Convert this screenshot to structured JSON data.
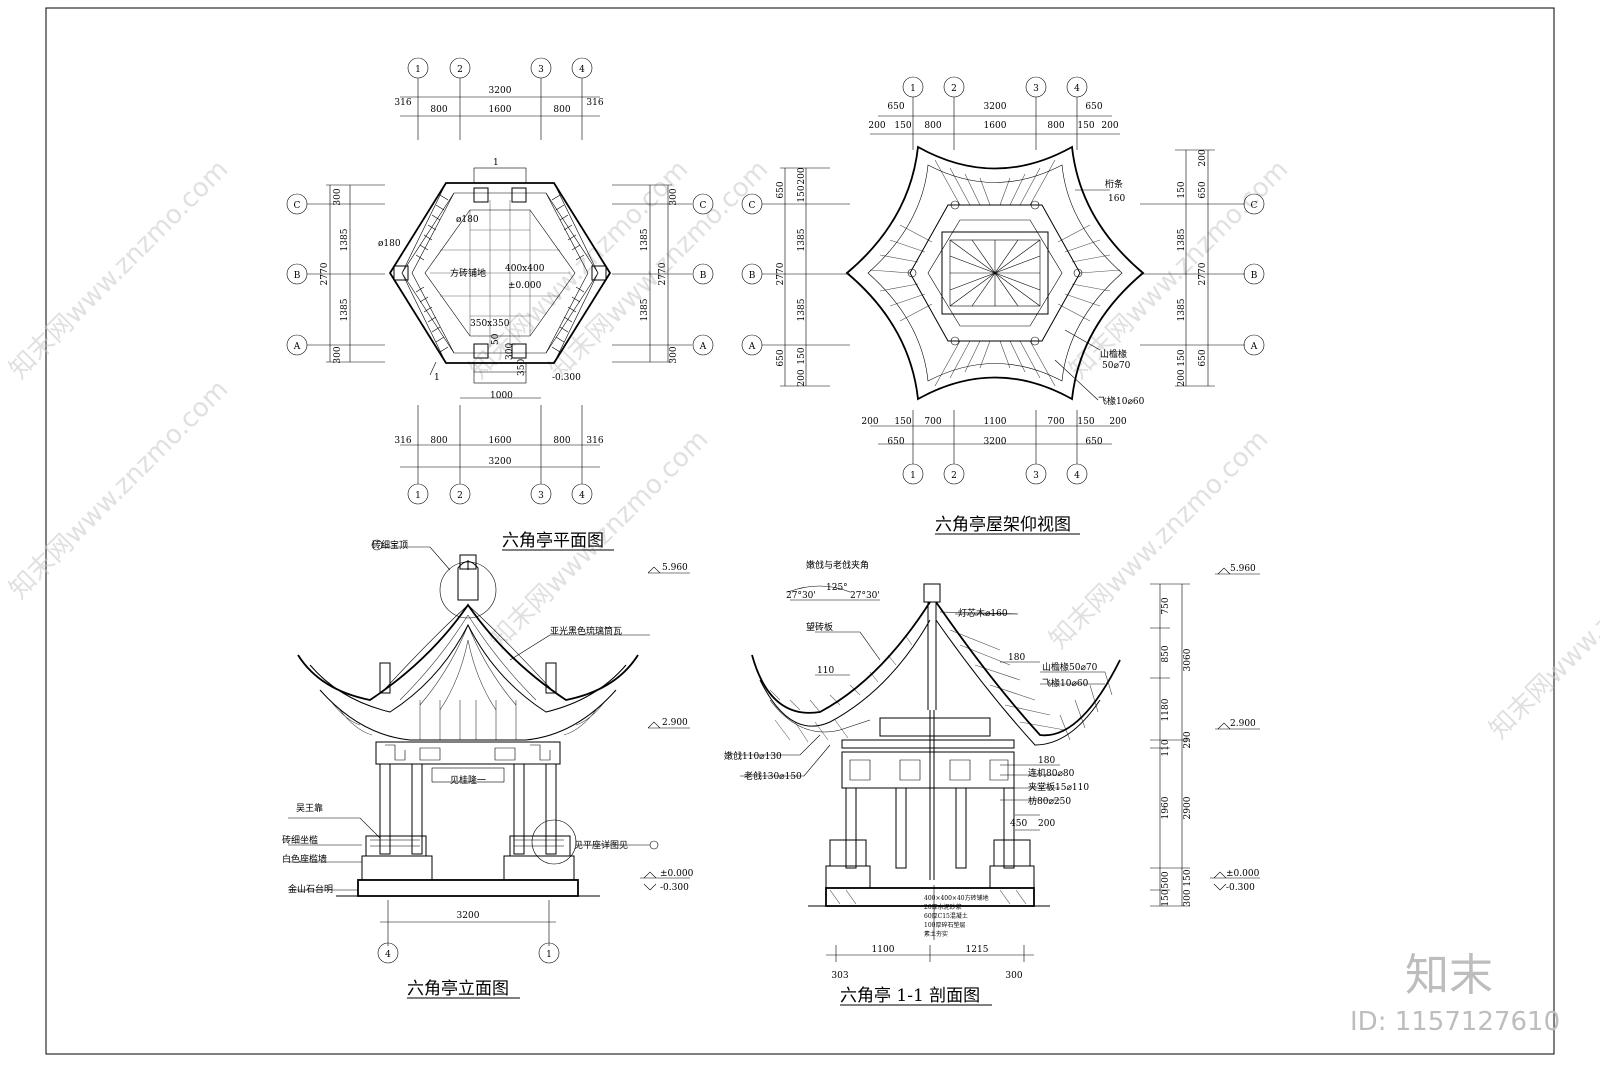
{
  "brand": "知末",
  "id_label": "ID: 1157127610",
  "watermark": "知末网www.znzmo.com",
  "plan": {
    "title": "六角亭平面图",
    "axes_num": [
      "1",
      "2",
      "3",
      "4"
    ],
    "axes_let": [
      "C",
      "B",
      "A"
    ],
    "top_total": "3200",
    "top_segs": [
      "316",
      "800",
      "1600",
      "800",
      "316"
    ],
    "left_segs": [
      "300",
      "1385",
      "1385",
      "300"
    ],
    "left_total": "2770",
    "labels": {
      "d1": "ø180",
      "d2": "ø180",
      "floor": "方砖铺地",
      "tile": "400x400",
      "elev": "±0.000",
      "base": "350x350",
      "step": "1000",
      "elev2": "-0.300",
      "s1": "50",
      "s2": "300",
      "s3": "350",
      "sec": "1",
      "sec2": "1"
    }
  },
  "roof": {
    "title": "六角亭屋架仰视图",
    "top_total": "3200",
    "top_segs": [
      "650",
      "650"
    ],
    "top_segs2": [
      "200",
      "150",
      "800",
      "1600",
      "800",
      "150",
      "200"
    ],
    "bot_segs": [
      "200",
      "150",
      "700",
      "1100",
      "700",
      "150",
      "200"
    ],
    "bot_segs2": [
      "650",
      "3200",
      "650"
    ],
    "side_segs": [
      "200",
      "650",
      "150",
      "1385",
      "1385",
      "150",
      "650",
      "200"
    ],
    "side_total": "2770",
    "labels": {
      "a": "桁条",
      "a2": "160",
      "b": "山檐椽",
      "b2": "50⌀70",
      "c": "飞椽10⌀60"
    }
  },
  "elev": {
    "title": "六角亭立面图",
    "labels": {
      "top": "砖细宝顶",
      "tile": "亚光黑色琉璃筒瓦",
      "plaque": "见桂隆一",
      "rail": "吴王靠",
      "seat": "砖细坐槛",
      "wall": "白色座槛墙",
      "base": "金山石台明",
      "detail": "见平座详图见",
      "e1": "5.960",
      "e2": "2.900",
      "e3": "±0.000",
      "e4": "-0.300",
      "w": "3200",
      "ax1": "4",
      "ax2": "1"
    }
  },
  "section": {
    "title": "六角亭 1-1 剖面图",
    "labels": {
      "angle": "嫩戗与老戗夹角",
      "a1": "27°30'",
      "a2": "125°",
      "a3": "27°30'",
      "l1": "望砖板",
      "l2": "110",
      "l3": "灯芯木⌀160",
      "l4": "180",
      "l5": "山檐椽50⌀70",
      "l6": "飞椽10⌀60",
      "l7": "嫩戗110⌀130",
      "l8": "老戗130⌀150",
      "l9": "180",
      "l10": "连机80⌀80",
      "l11": "夹堂板15⌀110",
      "l12": "枋80⌀250",
      "l13": "450",
      "l14": "200",
      "n1": "400×400×40方砖铺地",
      "n2": "20厚水泥砂浆",
      "n3": "60厚C15混凝土",
      "n4": "100厚碎石垫层",
      "n5": "素土夯实",
      "b1": "1100",
      "b2": "1215",
      "b3": "303",
      "b4": "300",
      "d1": "750",
      "d2": "850",
      "d3": "1180",
      "d4": "110",
      "d5": "1960",
      "d6": "500",
      "d7": "150",
      "d8": "3060",
      "d9": "2900",
      "d10": "290",
      "d11": "150",
      "d12": "300",
      "e1": "5.960",
      "e2": "2.900",
      "e3": "±0.000",
      "e4": "-0.300"
    }
  }
}
